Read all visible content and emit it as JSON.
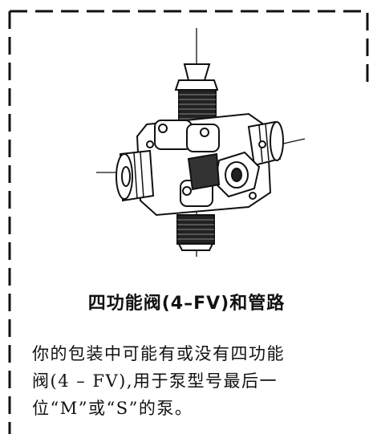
{
  "heading": "四功能阀(4–FV)和管路",
  "body_lines": [
    "你的包装中可能有或没有四功能",
    "阀(4 – FV),用于泵型号最后一",
    "位“M”或“S”的泵。"
  ],
  "figure": {
    "icon": "four-function-valve-drawing"
  },
  "colors": {
    "ink": "#111111",
    "background": "#ffffff"
  }
}
